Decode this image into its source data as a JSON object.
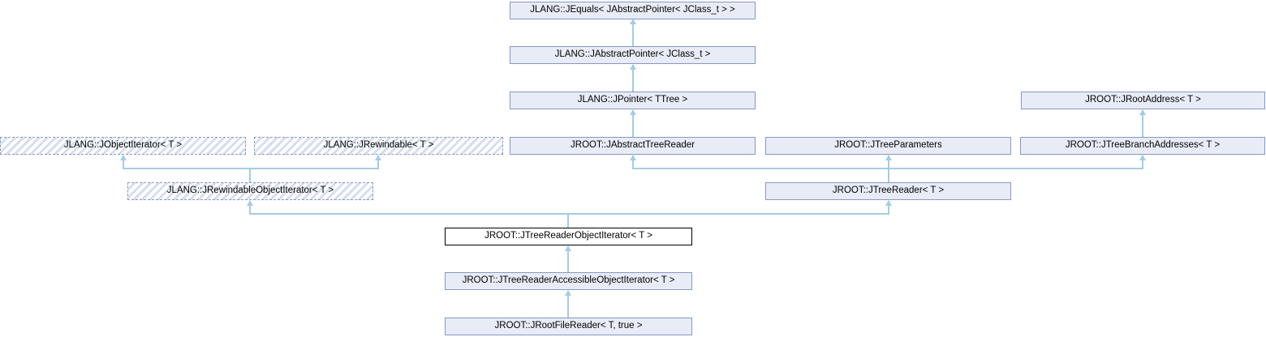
{
  "nodes": {
    "jequals": {
      "label": "JLANG::JEquals< JAbstractPointer< JClass_t > >"
    },
    "jabstractpointer": {
      "label": "JLANG::JAbstractPointer< JClass_t >"
    },
    "jpointer": {
      "label": "JLANG::JPointer< TTree >"
    },
    "jrootaddress": {
      "label": "JROOT::JRootAddress< T >"
    },
    "jobjectiterator": {
      "label": "JLANG::JObjectIterator< T >"
    },
    "jrewindable": {
      "label": "JLANG::JRewindable< T >"
    },
    "jabstracttreereader": {
      "label": "JROOT::JAbstractTreeReader"
    },
    "jtreeparameters": {
      "label": "JROOT::JTreeParameters"
    },
    "jtreebranchaddresses": {
      "label": "JROOT::JTreeBranchAddresses< T >"
    },
    "jrewindableobjectiterator": {
      "label": "JLANG::JRewindableObjectIterator< T >"
    },
    "jtreereader": {
      "label": "JROOT::JTreeReader< T >"
    },
    "jtreereaderobjectiterator": {
      "label": "JROOT::JTreeReaderObjectIterator< T >"
    },
    "jtreereaderaccessibleobjectiterator": {
      "label": "JROOT::JTreeReaderAccessibleObjectIterator< T >"
    },
    "jrootfilereader": {
      "label": "JROOT::JRootFileReader< T, true >"
    }
  },
  "colors": {
    "node_fill": "#e8ecf6",
    "node_border": "#8598c6",
    "hatch_stripe": "#d6ddef",
    "main_node_border": "#000000",
    "main_node_fill": "#ffffff",
    "edge": "#a5cce3",
    "text": "#000000",
    "background": "#ffffff"
  }
}
